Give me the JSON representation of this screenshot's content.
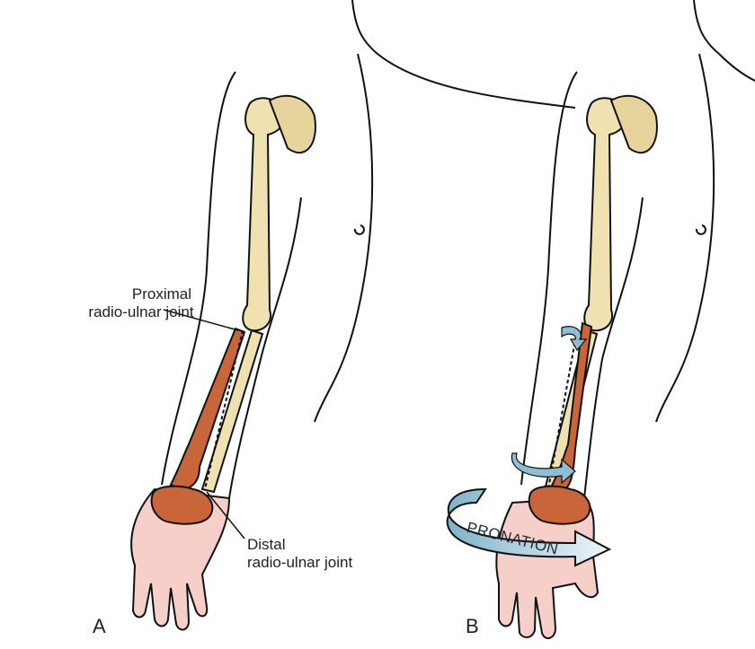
{
  "figure": {
    "panel_a": {
      "letter": "A",
      "proximal_label_line1": "Proximal",
      "proximal_label_line2": "radio-ulnar joint",
      "distal_label_line1": "Distal",
      "distal_label_line2": "radio-ulnar joint"
    },
    "panel_b": {
      "letter": "B",
      "arrow_label": "PRONATION"
    }
  },
  "colors": {
    "bone": "#efe2b0",
    "radius": "#c8663a",
    "skin": "#f6cfc8",
    "arrow": "#8fbdd1"
  }
}
